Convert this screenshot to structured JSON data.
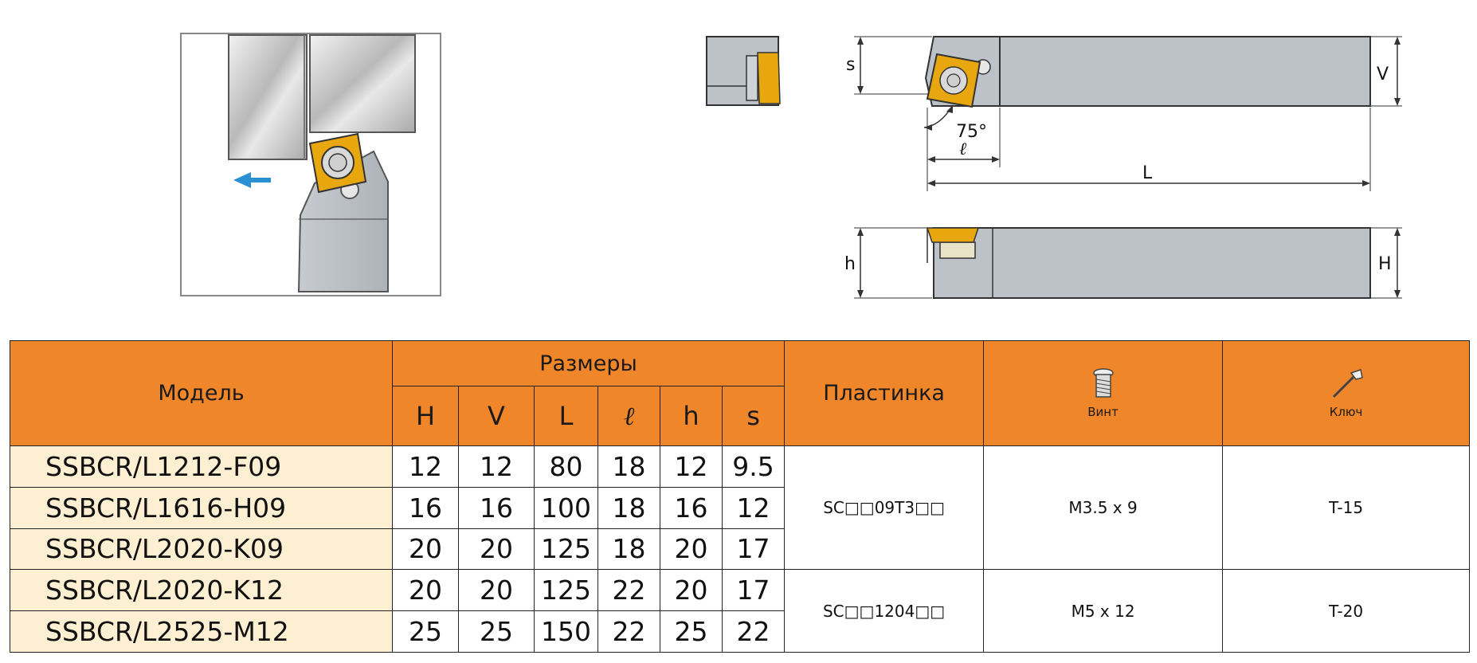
{
  "drawing": {
    "angle_label": "75°",
    "dim_s": "s",
    "dim_V": "V",
    "dim_l": "ℓ",
    "dim_L": "L",
    "dim_h": "h",
    "dim_H": "H"
  },
  "table": {
    "header_model": "Модель",
    "header_dims": "Размеры",
    "dim_columns": [
      "H",
      "V",
      "L",
      "ℓ",
      "h",
      "s"
    ],
    "header_insert": "Пластинка",
    "header_screw": "Винт",
    "header_key": "Ключ",
    "rows": [
      {
        "model": "SSBCR/L1212-F09",
        "H": "12",
        "V": "12",
        "L": "80",
        "l": "18",
        "h": "12",
        "s": "9.5"
      },
      {
        "model": "SSBCR/L1616-H09",
        "H": "16",
        "V": "16",
        "L": "100",
        "l": "18",
        "h": "16",
        "s": "12"
      },
      {
        "model": "SSBCR/L2020-K09",
        "H": "20",
        "V": "20",
        "L": "125",
        "l": "18",
        "h": "20",
        "s": "17"
      },
      {
        "model": "SSBCR/L2020-K12",
        "H": "20",
        "V": "20",
        "L": "125",
        "l": "22",
        "h": "20",
        "s": "17"
      },
      {
        "model": "SSBCR/L2525-M12",
        "H": "25",
        "V": "25",
        "L": "150",
        "l": "22",
        "h": "25",
        "s": "22"
      }
    ],
    "groups": [
      {
        "insert": "SC□□09T3□□",
        "screw": "M3.5 x 9",
        "key": "T-15"
      },
      {
        "insert": "SC□□1204□□",
        "screw": "M5 x 12",
        "key": "T-20"
      }
    ]
  },
  "colors": {
    "header_orange": "#f0862a",
    "model_cell_bg": "#fdf0d2",
    "insert_gold": "#e8a70e",
    "holder_grey": "#bcc2c8",
    "arrow_blue": "#2b8fd4"
  }
}
